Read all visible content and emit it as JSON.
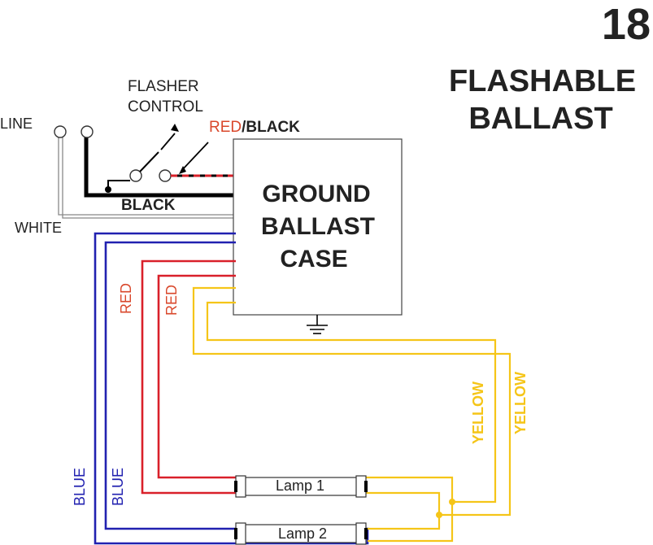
{
  "page_number": "18",
  "title_line1": "FLASHABLE",
  "title_line2": "BALLAST",
  "labels": {
    "flasher_line1": "FLASHER",
    "flasher_line2": "CONTROL",
    "line": "LINE",
    "red_part": "RED",
    "black_part": "/BLACK",
    "black": "BLACK",
    "white": "WHITE",
    "red_left": "RED",
    "red_right": "RED",
    "blue_left": "BLUE",
    "blue_right": "BLUE",
    "yellow_left": "YELLOW",
    "yellow_right": "YELLOW"
  },
  "ballast": {
    "line1": "GROUND",
    "line2": "BALLAST",
    "line3": "CASE"
  },
  "lamps": [
    "Lamp 1",
    "Lamp 2"
  ],
  "colors": {
    "blue": "#2121b0",
    "red": "#d9202a",
    "yellow": "#f5c518",
    "black": "#000000",
    "white_wire": "#888888",
    "red_label": "#d9472b"
  }
}
